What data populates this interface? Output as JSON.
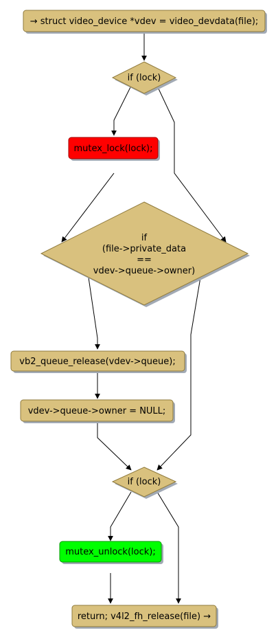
{
  "nodes": {
    "start": "→ struct video_device *vdev = video_devdata(file);",
    "if_lock_1": "if (lock)",
    "mutex_lock": "mutex_lock(lock);",
    "if_owner": [
      "if",
      "(file->private_data",
      "==",
      "vdev->queue->owner)"
    ],
    "queue_release": "vb2_queue_release(vdev->queue);",
    "owner_null": "vdev->queue->owner = NULL;",
    "if_lock_2": "if (lock)",
    "mutex_unlock": "mutex_unlock(lock);",
    "return": "return; v4l2_fh_release(file) →"
  },
  "colors": {
    "node_fill": "#d9c17e",
    "node_stroke": "#8f7a3c",
    "shadow": "#a2aab5",
    "lock_fill": "#ff0000",
    "unlock_fill": "#00ff00",
    "edge": "#000000"
  }
}
